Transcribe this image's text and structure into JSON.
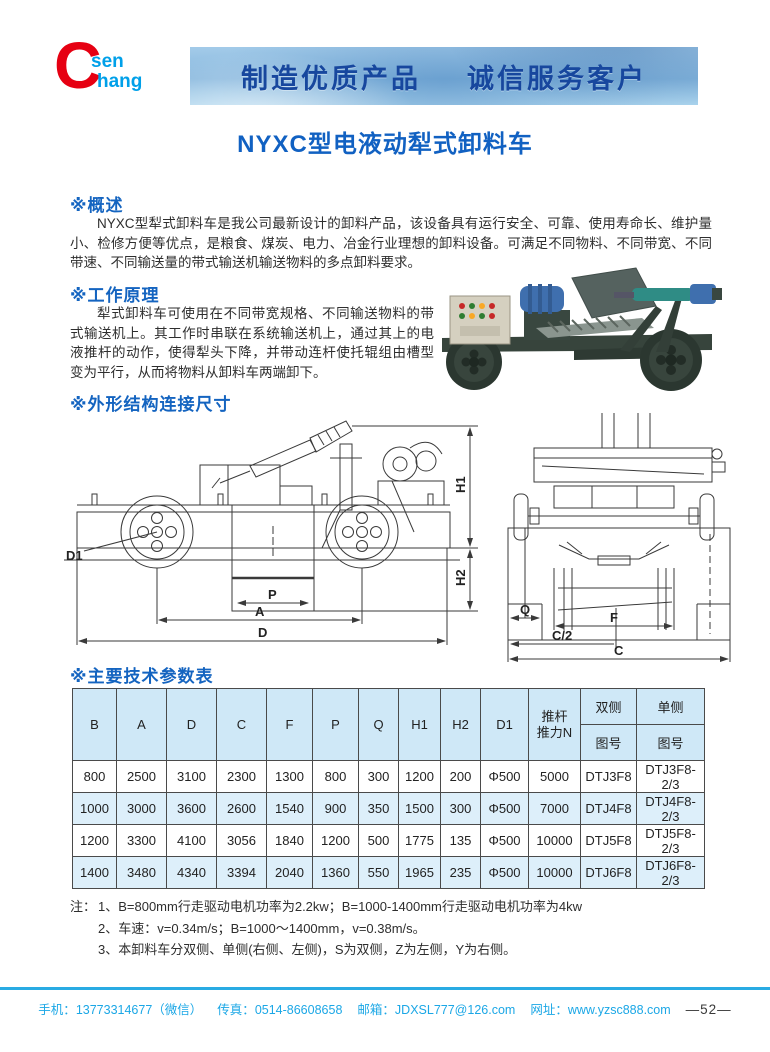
{
  "header": {
    "logo": {
      "letter": "C",
      "line1": "sen",
      "line2": "hang"
    },
    "banner_left": "制造优质产品",
    "banner_right": "诚信服务客户"
  },
  "title": "NYXC型电液动犁式卸料车",
  "overview": {
    "heading": "※概述",
    "body": "NYXC型犁式卸料车是我公司最新设计的卸料产品，该设备具有运行安全、可靠、使用寿命长、维护量小、检修方便等优点，是粮食、煤炭、电力、冶金行业理想的卸料设备。可满足不同物料、不同带宽、不同带速、不同输送量的带式输送机输送物料的多点卸料要求。"
  },
  "principle": {
    "heading": "※工作原理",
    "body": "犁式卸料车可使用在不同带宽规格、不同输送物料的带式输送机上。其工作时串联在系统输送机上，通过其上的电液推杆的动作，使得犁头下降，并带动连杆使托辊组由槽型变为平行，从而将物料从卸料车两端卸下。"
  },
  "dimensions": {
    "heading": "※外形结构连接尺寸",
    "labels": {
      "d1": "D1",
      "p": "P",
      "a": "A",
      "d": "D",
      "h1": "H1",
      "h2": "H2",
      "q": "Q",
      "f": "F",
      "c2": "C/2",
      "c": "C"
    }
  },
  "params": {
    "heading": "※主要技术参数表",
    "dim_columns": [
      "B",
      "A",
      "D",
      "C",
      "F",
      "P",
      "Q",
      "H1",
      "H2",
      "D1"
    ],
    "thrust_line1": "推杆",
    "thrust_line2": "推力N",
    "side_double": "双侧",
    "side_single": "单侧",
    "fig_label": "图号",
    "rows": [
      [
        "800",
        "2500",
        "3100",
        "2300",
        "1300",
        "800",
        "300",
        "1200",
        "200",
        "Φ500",
        "5000",
        "DTJ3F8",
        "DTJ3F8-2/3"
      ],
      [
        "1000",
        "3000",
        "3600",
        "2600",
        "1540",
        "900",
        "350",
        "1500",
        "300",
        "Φ500",
        "7000",
        "DTJ4F8",
        "DTJ4F8-2/3"
      ],
      [
        "1200",
        "3300",
        "4100",
        "3056",
        "1840",
        "1200",
        "500",
        "1775",
        "135",
        "Φ500",
        "10000",
        "DTJ5F8",
        "DTJ5F8-2/3"
      ],
      [
        "1400",
        "3480",
        "4340",
        "3394",
        "2040",
        "1360",
        "550",
        "1965",
        "235",
        "Φ500",
        "10000",
        "DTJ6F8",
        "DTJ6F8-2/3"
      ]
    ]
  },
  "notes": {
    "prefix": "注：",
    "items": [
      "1、B=800mm行走驱动电机功率为2.2kw；B=1000-1400mm行走驱动电机功率为4kw",
      "2、车速：v=0.34m/s；B=1000～1400mm，v=0.38m/s。",
      "3、本卸料车分双侧、单侧(右侧、左侧)，S为双侧，Z为左侧，Y为右侧。"
    ]
  },
  "footer": {
    "items": [
      {
        "label": "手机：",
        "value": "13773314677（微信）",
        "link": false
      },
      {
        "label": "传真：",
        "value": "0514-86608658",
        "link": false
      },
      {
        "label": "邮箱：",
        "value": "JDXSL777@126.com",
        "link": true
      },
      {
        "label": "网址：",
        "value": "www.yzsc888.com",
        "link": true
      }
    ],
    "page_no": "—52—"
  },
  "colors": {
    "logo_red": "#e60012",
    "logo_blue": "#00a0e9",
    "banner_text": "#17479e",
    "title_blue": "#1161c2",
    "heading_blue": "#1464c0",
    "footer_blue": "#1ba7e6",
    "table_header_bg": "#cfe8f7",
    "table_alt_row_bg": "#ddeffa"
  }
}
